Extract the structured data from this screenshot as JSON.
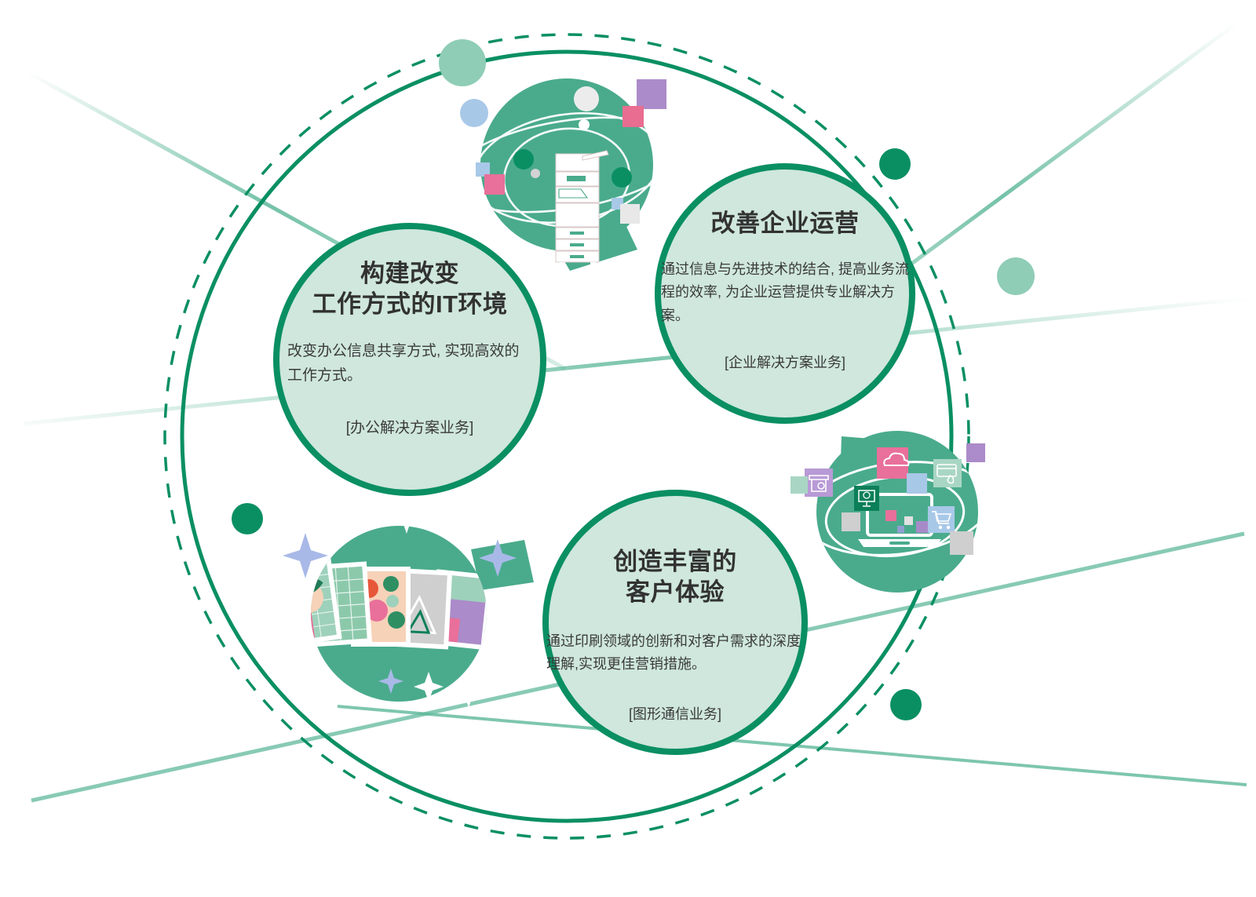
{
  "diagram": {
    "type": "three-circle-venn-cluster",
    "background_color": "#ffffff",
    "accent_dark_green": "#0a8f63",
    "accent_mid_green": "#5cb79a",
    "accent_pale_green": "#cfe7dd",
    "title_text_color": "#323232",
    "rings": {
      "outer_solid": {
        "name": "outer-solid-ring",
        "color": "#0a8f63"
      },
      "outer_dashed": {
        "name": "outer-dashed-ring",
        "color": "#0a8f63"
      }
    },
    "nodes": [
      {
        "id": "office",
        "title": "构建改变\n工作方式的IT环境",
        "title_line1": "构建改变",
        "title_line2": "工作方式的IT环境",
        "body": "改变办公信息共享方式, 实现高效的工作方式。",
        "tag": "[办公解决方案业务]",
        "illustration": "photo-printer-multifunction",
        "illustration_label": "多功能打印机"
      },
      {
        "id": "enterprise",
        "title": "改善企业运营",
        "title_line1": "改善企业运营",
        "title_line2": "",
        "body": "通过信息与先进技术的结合, 提高业务流程的效率, 为企业运营提供专业解决方案。",
        "tag": "[企业解决方案业务]",
        "illustration": "laptop-ecommerce-cloud",
        "illustration_label": "电子商务与云"
      },
      {
        "id": "graphics",
        "title": "创造丰富的\n客户体验",
        "title_line1": "创造丰富的",
        "title_line2": "客户体验",
        "body": "通过印刷领域的创新和对客户需求的深度理解,实现更佳营销措施。",
        "tag": "[图形通信业务]",
        "illustration": "printed-photos-stack",
        "illustration_label": "印刷照片"
      }
    ],
    "decor": {
      "dots": [
        {
          "name": "dot-pale-green-top-left",
          "color": "#8fcdb6",
          "r": 30
        },
        {
          "name": "dot-light-blue-top-left",
          "color": "#a8c8e8",
          "r": 18
        },
        {
          "name": "dot-dark-green-top-right",
          "color": "#0a8f63",
          "r": 20
        },
        {
          "name": "dot-pale-green-right",
          "color": "#8fcdb6",
          "r": 24
        },
        {
          "name": "dot-dark-green-left",
          "color": "#0a8f63",
          "r": 20
        },
        {
          "name": "dot-dark-green-bottom-right",
          "color": "#0a8f63",
          "r": 20
        }
      ],
      "squares": [
        {
          "name": "square-purple",
          "color": "#ab8bc9"
        },
        {
          "name": "square-pink",
          "color": "#e86d90"
        },
        {
          "name": "square-blue",
          "color": "#a8c8e8"
        },
        {
          "name": "square-gray",
          "color": "#e2e2e2"
        },
        {
          "name": "square-mint",
          "color": "#a9d6c4"
        }
      ],
      "cross_lines_color": "#5cb79a"
    }
  }
}
